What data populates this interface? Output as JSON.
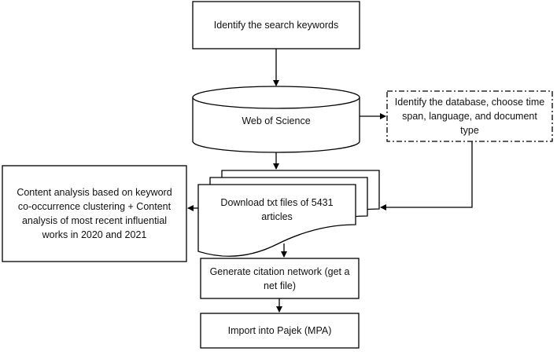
{
  "nodes": {
    "keywords": "Identify the search keywords",
    "database": "Web of Science",
    "criteria": "Identify the database, choose time span, language, and document type",
    "download": "Download txt files of 5431 articles",
    "content_analysis": "Content analysis based on keyword co-occurrence clustering + Content analysis of most recent influential works in 2020 and 2021",
    "citation_network": "Generate citation network (get a net file)",
    "pajek": "Import into Pajek (MPA)"
  },
  "edges": [
    {
      "from": "keywords",
      "to": "database"
    },
    {
      "from": "database",
      "to": "criteria"
    },
    {
      "from": "database",
      "to": "download"
    },
    {
      "from": "criteria",
      "to": "download"
    },
    {
      "from": "download",
      "to": "content_analysis"
    },
    {
      "from": "download",
      "to": "citation_network"
    },
    {
      "from": "citation_network",
      "to": "pajek"
    }
  ]
}
